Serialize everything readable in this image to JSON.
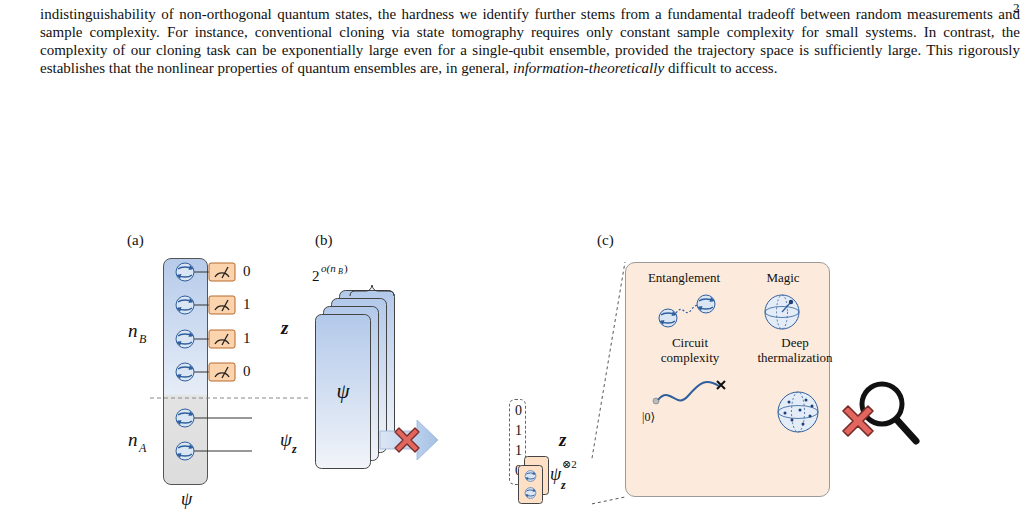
{
  "diagram": {
    "nodes": [
      {
        "text": [
          "ψ"
        ]
      },
      {
        "text": [
          "ψ"
        ]
      },
      {
        "text": [
          "0",
          "1",
          "1",
          "0"
        ]
      },
      {
        "text": [
          "ψ",
          "z",
          "⊗2"
        ]
      },
      {
        "text": [
          "Entanglement",
          "Magic",
          "Circuit complexity",
          "Deep thermalization",
          "|0⟩"
        ]
      }
    ],
    "edges": [
      {
        "from": 3,
        "to": 4,
        "arrow": "none"
      },
      {
        "from": 3,
        "to": 4,
        "arrow": "none"
      }
    ],
    "labels": [
      "2",
      "indistinguishability of non-orthogonal quantum states, the hardness we identify further stems from a fundamental tradeoff between random measurements and sample complexity. For instance, conventional cloning via state tomography requires only constant sample complexity for small systems. In contrast, the complexity of our cloning task can be exponentially large even for a single-qubit ensemble, provided the trajectory space is sufficiently large. This rigorously establishes that the nonlinear properties of quantum ensembles are, in general,",
      "information-theoretically",
      "difficult to access.",
      "(a)",
      "n",
      "B",
      "0",
      "1",
      "1",
      "0",
      "z",
      "n",
      "A",
      "ψ",
      "z",
      "(b)",
      "2",
      "o(n",
      "B",
      ")",
      "z",
      "(c)"
    ]
  }
}
